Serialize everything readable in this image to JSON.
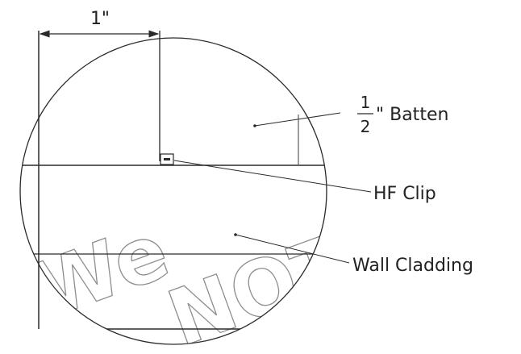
{
  "dimension": {
    "label": "1\""
  },
  "labels": {
    "batten": {
      "fraction_numerator": "1",
      "fraction_denominator": "2",
      "text": "\" Batten"
    },
    "hf_clip": "HF Clip",
    "wall_cladding": "Wall Cladding"
  },
  "watermark": {
    "line1": "We",
    "line2": "NOT"
  },
  "colors": {
    "line": "#2a2a2a",
    "watermark": "#8e8e8e",
    "background": "#ffffff"
  }
}
